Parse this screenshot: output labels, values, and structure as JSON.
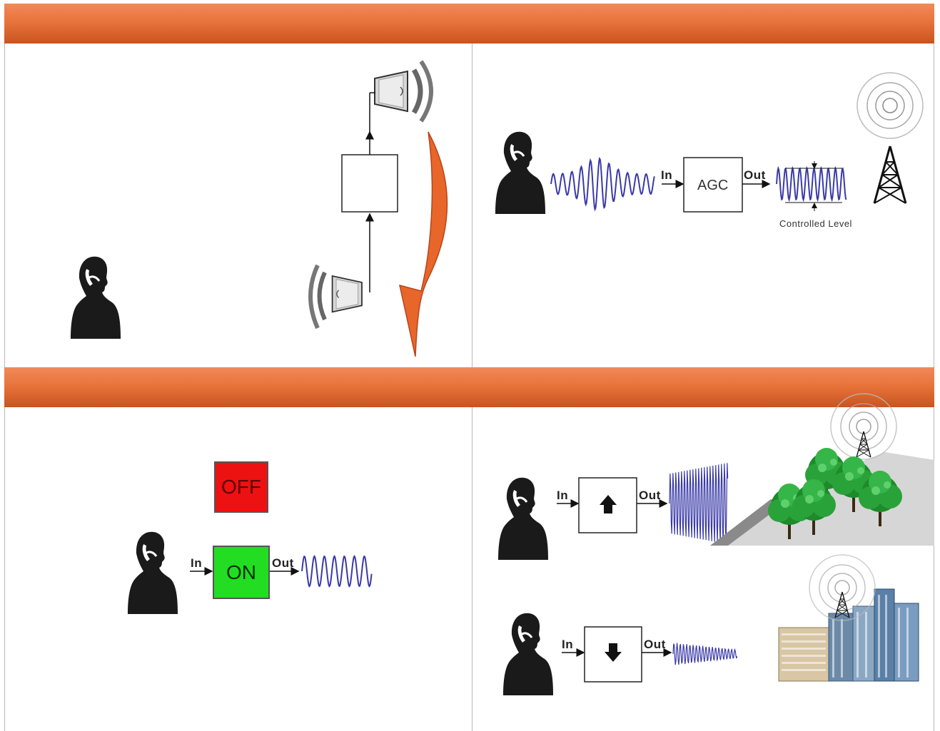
{
  "panels": {
    "agc": {
      "in_label": "In",
      "box_label": "AGC",
      "out_label": "Out",
      "level_caption": "Controlled Level"
    },
    "vox": {
      "off_label": "OFF",
      "on_label": "ON",
      "in_label": "In",
      "out_label": "Out",
      "off_color": "#ee1111",
      "on_color": "#22dd22"
    },
    "gain_up": {
      "in_label": "In",
      "out_label": "Out"
    },
    "gain_down": {
      "in_label": "In",
      "out_label": "Out"
    }
  },
  "colors": {
    "band": "#e8743b",
    "arrow": "#e8662a",
    "wave": "#3a3aa8",
    "silhouette": "#1a1a1a"
  },
  "icons": [
    "person-on-phone-icon",
    "speaker-icon",
    "radio-tower-icon",
    "up-arrow-icon",
    "down-arrow-icon",
    "tree-icon",
    "building-icon"
  ]
}
